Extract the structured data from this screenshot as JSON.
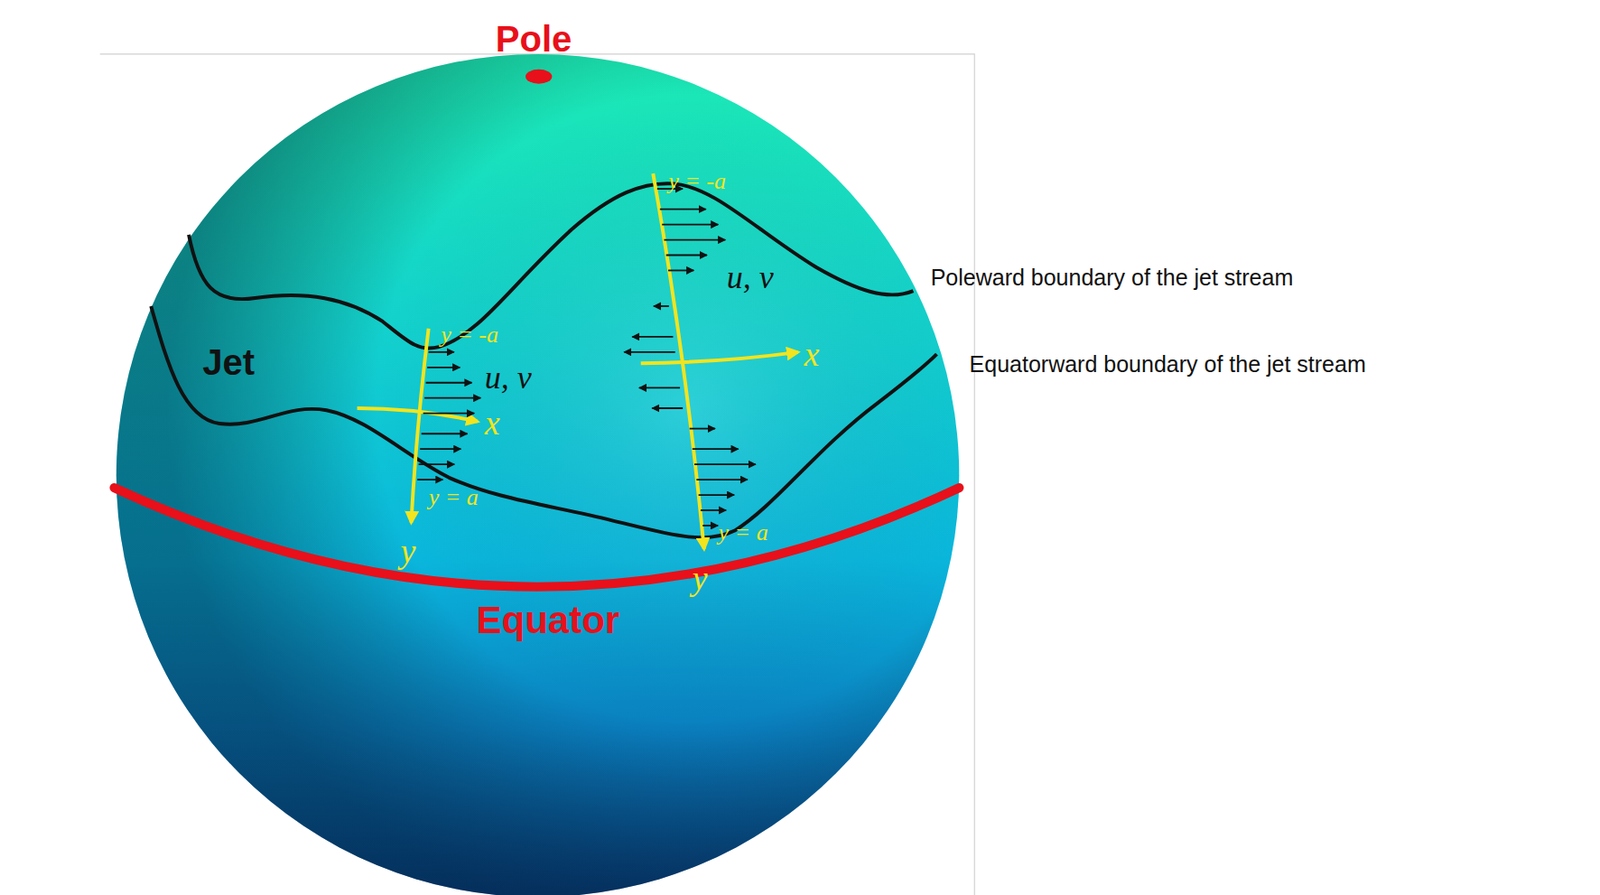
{
  "diagram": {
    "labels": [
      "Pole",
      "y = -a",
      "u, v",
      "Poleward boundary of the jet stream",
      "y = -a",
      "Jet",
      "Equatorward boundary of the jet stream",
      "x",
      "u, v",
      "x",
      "y = a",
      "y = a",
      "y",
      "y",
      "Equator"
    ]
  }
}
